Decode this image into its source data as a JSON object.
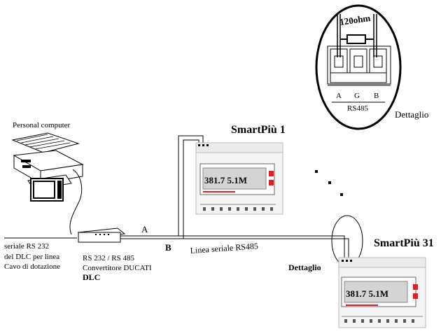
{
  "labels": {
    "personal_computer": "Personal computer",
    "cable_line1": "Cavo di dotazione",
    "cable_line2": "del DLC per linea",
    "cable_line3": "seriale RS 232",
    "dlc": "DLC",
    "converter_line1": "Convertitore DUCATI",
    "converter_line2": "RS 232 / RS 485",
    "wire_a": "A",
    "wire_b": "B",
    "rs485_line": "Linea seriale RS485",
    "meter1_title": "SmartPiù 1",
    "meter31_title": "SmartPiù 31",
    "detail_bottom": "Dettaglio",
    "detail_top": "Dettaglio",
    "resistor": "120ohm",
    "terminal_a": "A",
    "terminal_g": "G",
    "terminal_b": "B",
    "terminal_caption": "RS485",
    "display_row1": "381.7 5.1M",
    "display_row2": "381.7 5.1M"
  }
}
